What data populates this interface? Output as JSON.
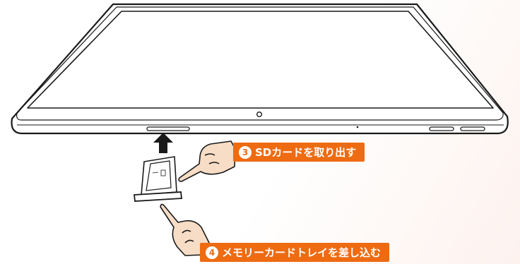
{
  "colors": {
    "accent": "#ee6b12",
    "device_outline": "#1a1a1a",
    "screen_fill": "#ffffff",
    "hand_fill": "#f7ddc6"
  },
  "icons": [
    "tablet-device",
    "sd-card-tray",
    "sd-card",
    "up-arrow-icon",
    "pointing-hand-icon"
  ],
  "steps": [
    {
      "number": "3",
      "label": "SDカードを取り出す"
    },
    {
      "number": "4",
      "label": "メモリーカードトレイを差し込む"
    }
  ]
}
